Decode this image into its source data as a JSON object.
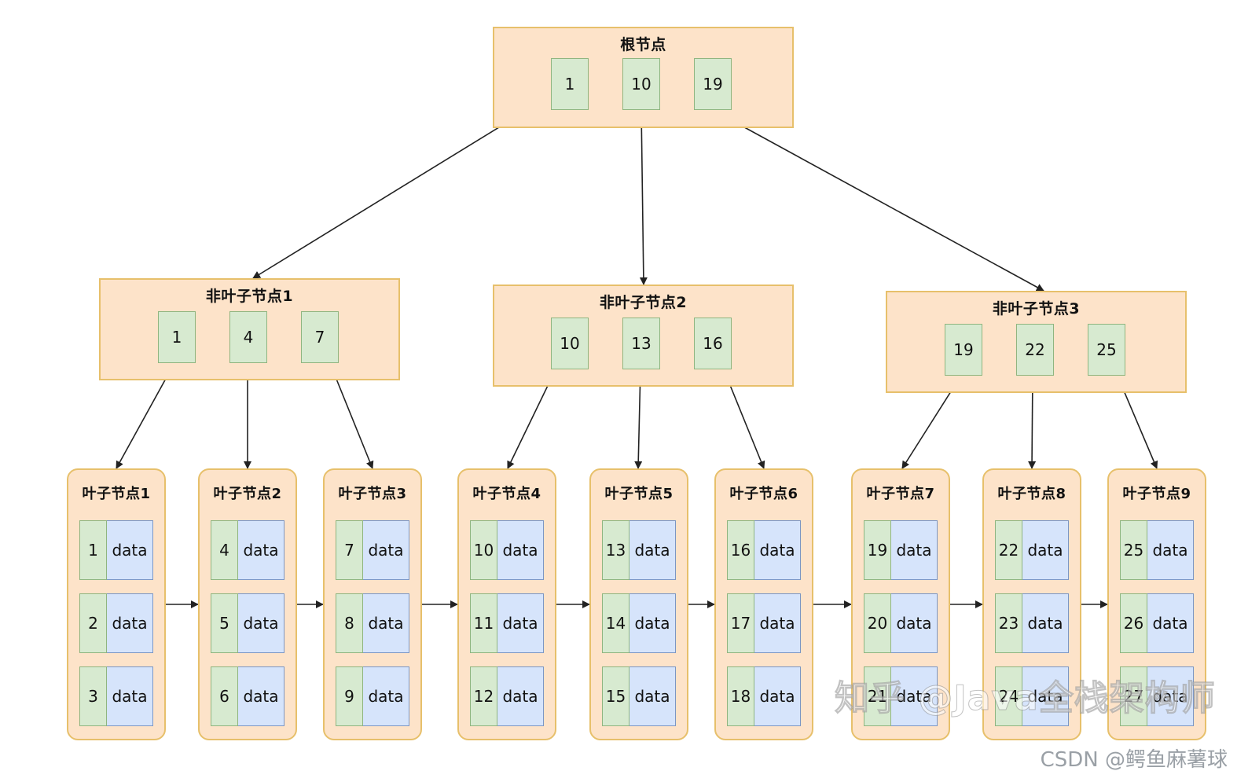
{
  "root": {
    "title": "根节点",
    "keys": [
      "1",
      "10",
      "19"
    ]
  },
  "internal_nodes": [
    {
      "title": "非叶子节点1",
      "keys": [
        "1",
        "4",
        "7"
      ]
    },
    {
      "title": "非叶子节点2",
      "keys": [
        "10",
        "13",
        "16"
      ]
    },
    {
      "title": "非叶子节点3",
      "keys": [
        "19",
        "22",
        "25"
      ]
    }
  ],
  "leaf_nodes": [
    {
      "title": "叶子节点1",
      "entries": [
        {
          "key": "1",
          "value": "data"
        },
        {
          "key": "2",
          "value": "data"
        },
        {
          "key": "3",
          "value": "data"
        }
      ]
    },
    {
      "title": "叶子节点2",
      "entries": [
        {
          "key": "4",
          "value": "data"
        },
        {
          "key": "5",
          "value": "data"
        },
        {
          "key": "6",
          "value": "data"
        }
      ]
    },
    {
      "title": "叶子节点3",
      "entries": [
        {
          "key": "7",
          "value": "data"
        },
        {
          "key": "8",
          "value": "data"
        },
        {
          "key": "9",
          "value": "data"
        }
      ]
    },
    {
      "title": "叶子节点4",
      "entries": [
        {
          "key": "10",
          "value": "data"
        },
        {
          "key": "11",
          "value": "data"
        },
        {
          "key": "12",
          "value": "data"
        }
      ]
    },
    {
      "title": "叶子节点5",
      "entries": [
        {
          "key": "13",
          "value": "data"
        },
        {
          "key": "14",
          "value": "data"
        },
        {
          "key": "15",
          "value": "data"
        }
      ]
    },
    {
      "title": "叶子节点6",
      "entries": [
        {
          "key": "16",
          "value": "data"
        },
        {
          "key": "17",
          "value": "data"
        },
        {
          "key": "18",
          "value": "data"
        }
      ]
    },
    {
      "title": "叶子节点7",
      "entries": [
        {
          "key": "19",
          "value": "data"
        },
        {
          "key": "20",
          "value": "data"
        },
        {
          "key": "21",
          "value": "data"
        }
      ]
    },
    {
      "title": "叶子节点8",
      "entries": [
        {
          "key": "22",
          "value": "data"
        },
        {
          "key": "23",
          "value": "data"
        },
        {
          "key": "24",
          "value": "data"
        }
      ]
    },
    {
      "title": "叶子节点9",
      "entries": [
        {
          "key": "25",
          "value": "data"
        },
        {
          "key": "26",
          "value": "data"
        },
        {
          "key": "27",
          "value": "data"
        }
      ]
    }
  ],
  "watermark": "知乎 @Java全栈架构师",
  "credit": "CSDN @鳄鱼麻薯球",
  "colors": {
    "node_fill": "#fde3c9",
    "node_border": "#e7c06b",
    "key_fill": "#d7ead0",
    "key_border": "#8fb57f",
    "data_fill": "#d6e4fb",
    "data_border": "#7b96c4",
    "arrow": "#222222"
  }
}
